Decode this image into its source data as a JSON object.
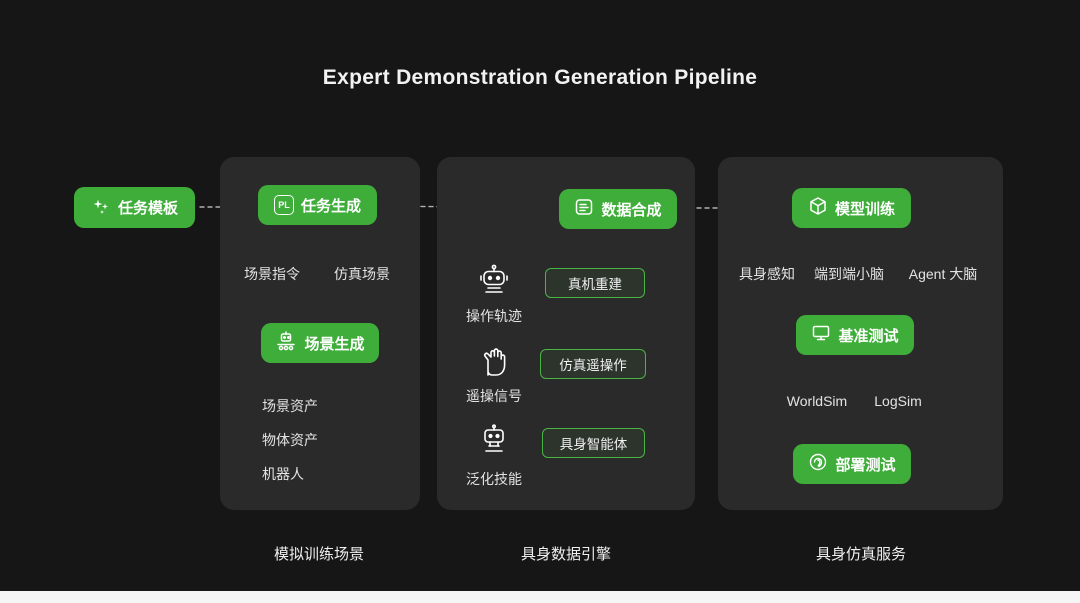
{
  "title": "Expert Demonstration Generation Pipeline",
  "colors": {
    "background": "#161616",
    "panel": "#2a2a2a",
    "accent_green": "#3ead39",
    "box_border_green": "#49b545",
    "text": "#e3e3e3",
    "connector": "#b0b0b0",
    "bottom_strip": "#f5f5f5"
  },
  "start": {
    "label": "任务模板",
    "icon": "sparkles-icon"
  },
  "panel1": {
    "caption": "模拟训练场景",
    "task_gen": "任务生成",
    "task_gen_icon": "PL",
    "scene_cmd": "场景指令",
    "sim_scene": "仿真场景",
    "scene_gen": "场景生成",
    "scene_gen_icon": "robot-conveyor-icon",
    "assets": [
      "场景资产",
      "物体资产",
      "机器人"
    ]
  },
  "panel2": {
    "caption": "具身数据引擎",
    "data_syn": "数据合成",
    "data_syn_icon": "data-doc-icon",
    "rows": [
      {
        "icon": "robot-head-icon",
        "caption": "操作轨迹",
        "box": "真机重建"
      },
      {
        "icon": "glove-icon",
        "caption": "遥操信号",
        "box": "仿真遥操作"
      },
      {
        "icon": "small-robot-icon",
        "caption": "泛化技能",
        "box": "具身智能体"
      }
    ]
  },
  "panel3": {
    "caption": "具身仿真服务",
    "model_train": "模型训练",
    "model_train_icon": "cube-icon",
    "brains": [
      "具身感知",
      "端到端小脑",
      "Agent 大脑"
    ],
    "benchmark": "基准测试",
    "benchmark_icon": "monitor-icon",
    "sims": [
      "WorldSim",
      "LogSim"
    ],
    "deploy": "部署测试",
    "deploy_icon": "fingerprint-icon"
  }
}
